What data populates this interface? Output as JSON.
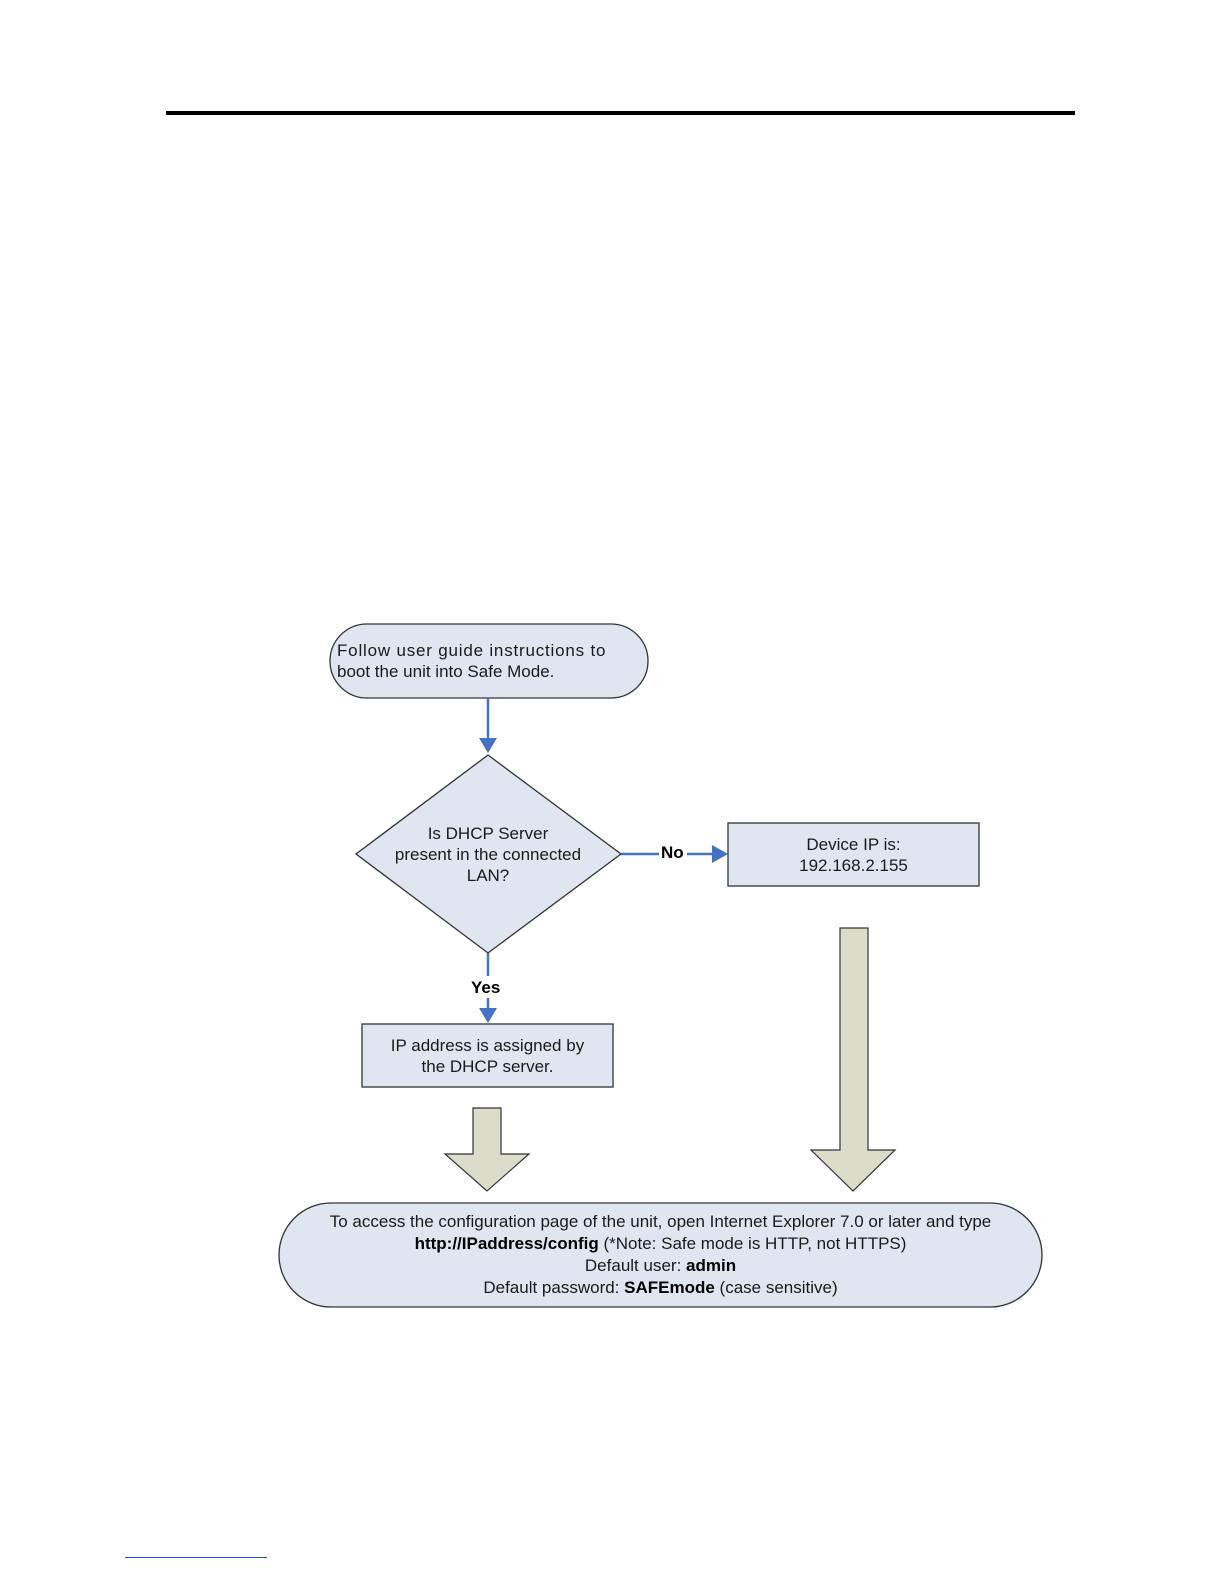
{
  "start": {
    "line1": "Follow user guide instructions to",
    "line2": "boot the unit into Safe Mode."
  },
  "decision": {
    "line1": "Is DHCP Server",
    "line2": "present in the connected",
    "line3": "LAN?"
  },
  "no_label": "No",
  "yes_label": "Yes",
  "no_result": {
    "line1": "Device IP is:",
    "line2": "192.168.2.155"
  },
  "yes_result": {
    "line1": "IP address is assigned by",
    "line2": "the DHCP server."
  },
  "final": {
    "line1": "To access the configuration page of the unit, open Internet Explorer 7.0 or later and type",
    "url": "http://IPaddress/config",
    "note": " (*Note: Safe mode is HTTP, not HTTPS)",
    "user_prefix": "Default user: ",
    "user": "admin",
    "password_prefix": "Default password: ",
    "password": "SAFEmode",
    "password_suffix": " (case sensitive)"
  },
  "colors": {
    "node_fill": "#dfe6f1",
    "node_stroke": "#333333",
    "connector": "#4472c4",
    "big_arrow_fill": "#dcdccb"
  }
}
